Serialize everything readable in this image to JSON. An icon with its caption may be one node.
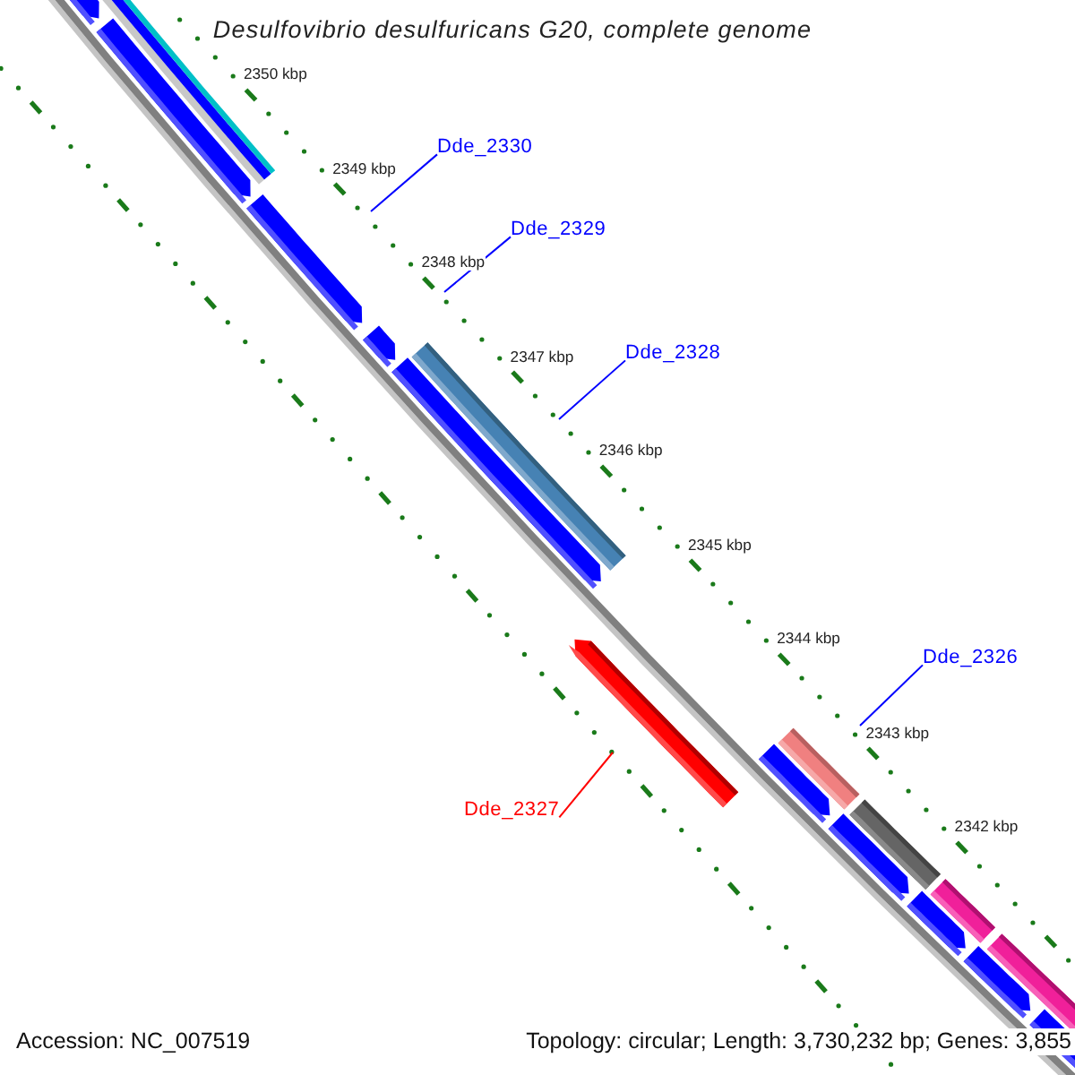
{
  "diagram": {
    "title": "Desulfovibrio desulfuricans G20, complete genome",
    "nodes": [
      {
        "text": [
          "Dde_2330"
        ]
      },
      {
        "text": [
          "Dde_2329"
        ]
      },
      {
        "text": [
          "Dde_2328"
        ]
      },
      {
        "text": [
          "Dde_2326"
        ]
      },
      {
        "text": [
          "Dde_2327"
        ]
      },
      {
        "text": [],
        "shape": "bar"
      }
    ],
    "edges": [
      {
        "from": 0,
        "to": null,
        "arrow": "none"
      },
      {
        "from": 1,
        "to": null,
        "arrow": "none"
      },
      {
        "from": 2,
        "to": null,
        "arrow": "none"
      },
      {
        "from": 3,
        "to": 5,
        "arrow": "none"
      },
      {
        "from": 4,
        "to": null,
        "arrow": "none",
        "color": "#ff0000"
      }
    ],
    "labels": [
      "2350 kbp",
      "2349 kbp",
      "2348 kbp",
      "2347 kbp",
      "2346 kbp",
      "2345 kbp",
      "2344 kbp",
      "2343 kbp",
      "2342 kbp",
      "Accession: NC_007519",
      "Topology: circular; Length: 3,730,232 bp; Genes: 3,855"
    ]
  }
}
